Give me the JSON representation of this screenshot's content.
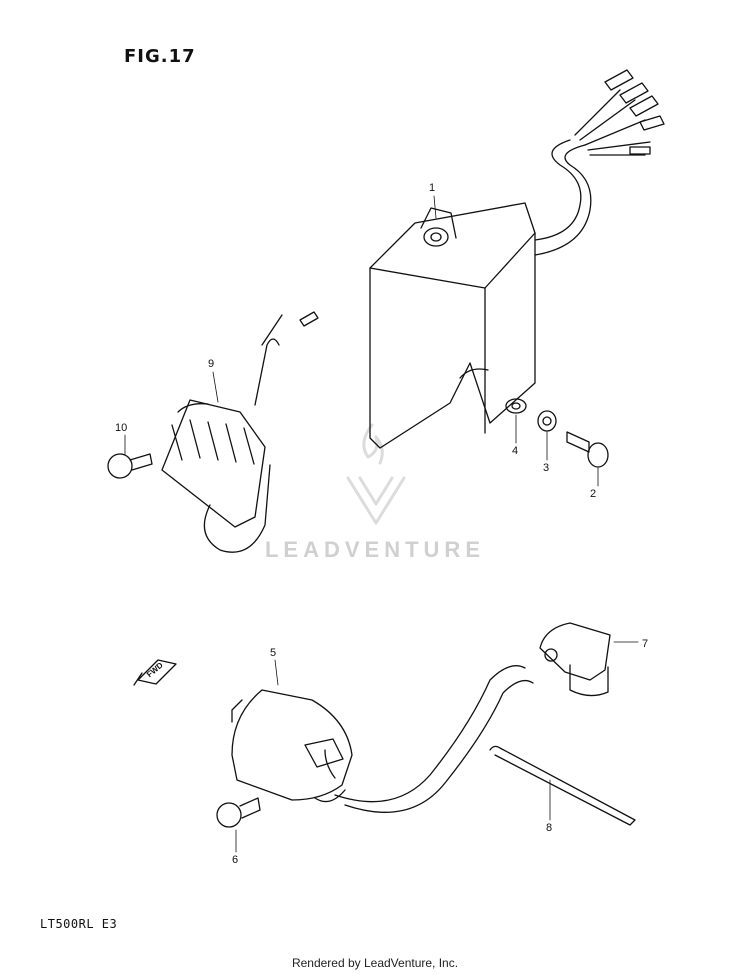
{
  "figure": {
    "title": "FIG.17",
    "model": "LT500RL  E3",
    "footer": "Rendered by LeadVenture, Inc.",
    "watermark": "LEADVENTURE",
    "direction_label": "FWD"
  },
  "parts": [
    {
      "ref": "1"
    },
    {
      "ref": "2"
    },
    {
      "ref": "3"
    },
    {
      "ref": "4"
    },
    {
      "ref": "5"
    },
    {
      "ref": "6"
    },
    {
      "ref": "7"
    },
    {
      "ref": "8"
    },
    {
      "ref": "9"
    },
    {
      "ref": "10"
    }
  ]
}
